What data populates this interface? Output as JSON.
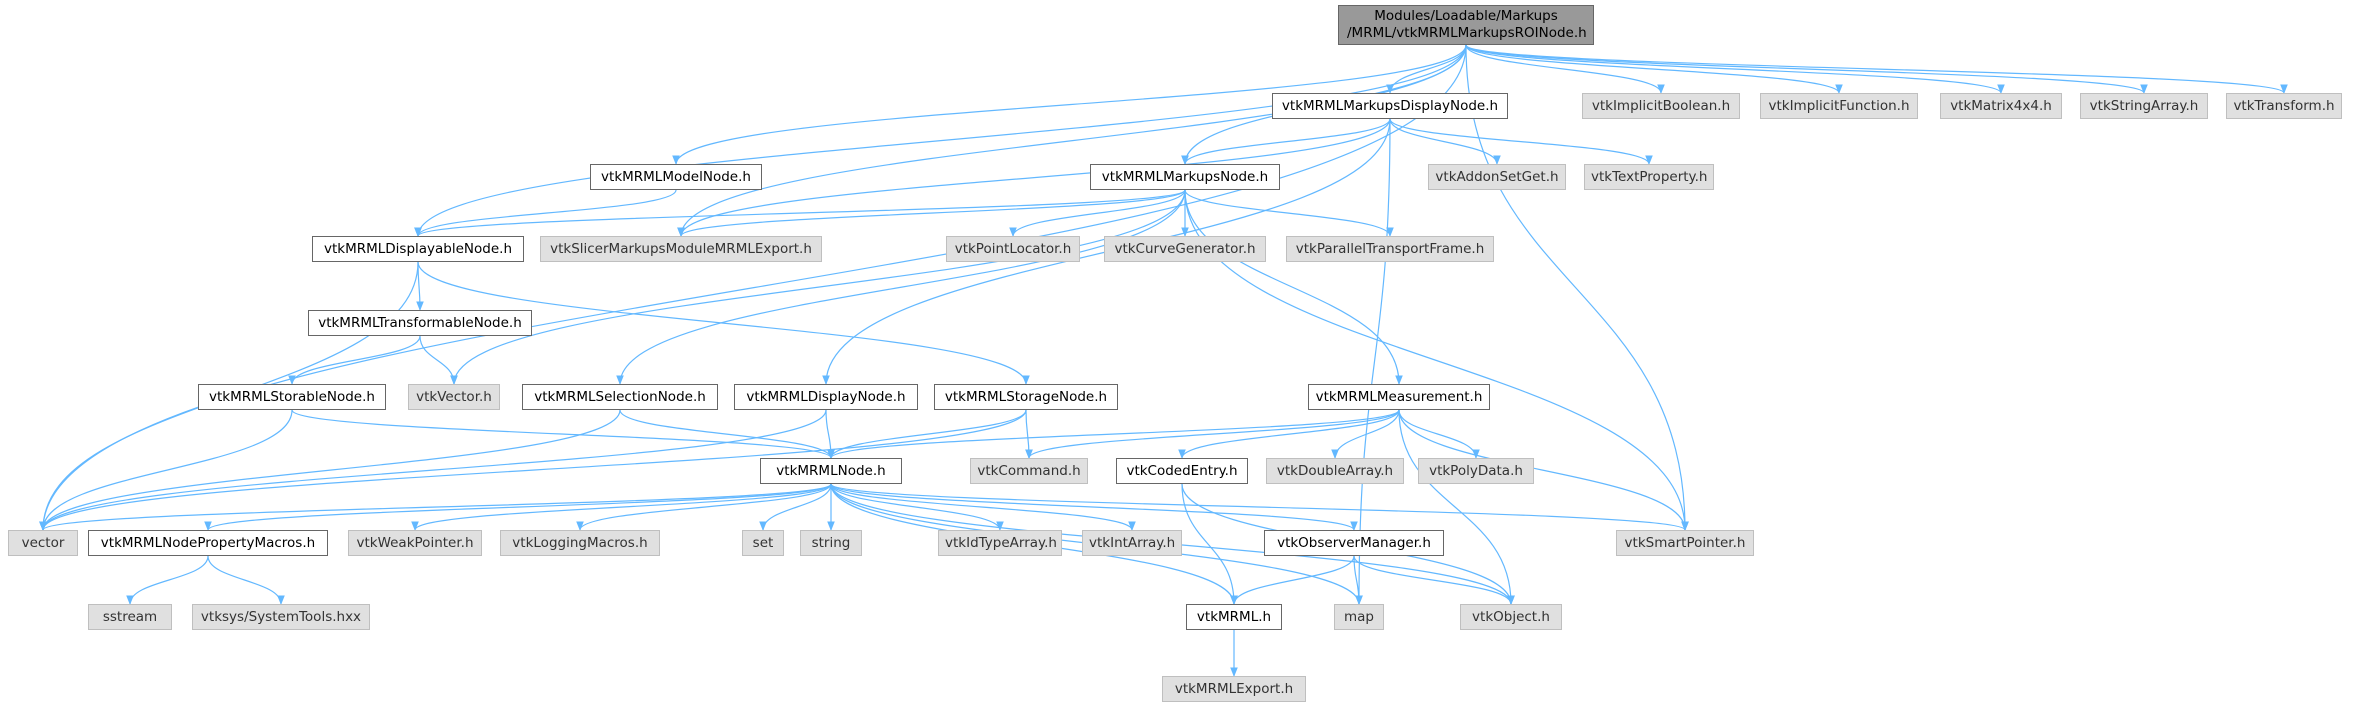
{
  "colors": {
    "edge": "#63b8ff",
    "arrow": "#63b8ff",
    "root_fill": "#999999",
    "ext_fill": "#e0e0e0",
    "node_border": "#666666"
  },
  "root": {
    "line1": "Modules/Loadable/Markups",
    "line2": "/MRML/vtkMRMLMarkupsROINode.h"
  },
  "nodes": {
    "markupsdisplay": "vtkMRMLMarkupsDisplayNode.h",
    "implicitboolean": "vtkImplicitBoolean.h",
    "implicitfunction": "vtkImplicitFunction.h",
    "matrix4x4": "vtkMatrix4x4.h",
    "stringarray": "vtkStringArray.h",
    "transform": "vtkTransform.h",
    "modelnode": "vtkMRMLModelNode.h",
    "markupsnode": "vtkMRMLMarkupsNode.h",
    "addonsetget": "vtkAddonSetGet.h",
    "textproperty": "vtkTextProperty.h",
    "displayable": "vtkMRMLDisplayableNode.h",
    "slicerexport": "vtkSlicerMarkupsModuleMRMLExport.h",
    "pointlocator": "vtkPointLocator.h",
    "curvegen": "vtkCurveGenerator.h",
    "paralleltransport": "vtkParallelTransportFrame.h",
    "transformable": "vtkMRMLTransformableNode.h",
    "vtkvector": "vtkVector.h",
    "storable": "vtkMRMLStorableNode.h",
    "selection": "vtkMRMLSelectionNode.h",
    "displaynode": "vtkMRMLDisplayNode.h",
    "storagenode": "vtkMRMLStorageNode.h",
    "measurement": "vtkMRMLMeasurement.h",
    "mrmlnode": "vtkMRMLNode.h",
    "command": "vtkCommand.h",
    "codedentry": "vtkCodedEntry.h",
    "doublearray": "vtkDoubleArray.h",
    "polydata": "vtkPolyData.h",
    "vector": "vector",
    "propmacros": "vtkMRMLNodePropertyMacros.h",
    "weakpointer": "vtkWeakPointer.h",
    "loggingmacros": "vtkLoggingMacros.h",
    "set": "set",
    "string": "string",
    "idtypearray": "vtkIdTypeArray.h",
    "intarray": "vtkIntArray.h",
    "observermgr": "vtkObserverManager.h",
    "smartpointer": "vtkSmartPointer.h",
    "sstream": "sstream",
    "systemtools": "vtksys/SystemTools.hxx",
    "vtkmrml": "vtkMRML.h",
    "map": "map",
    "vtkobject": "vtkObject.h",
    "mrmlexport": "vtkMRMLExport.h"
  },
  "edges": [
    [
      "root",
      "markupsdisplay"
    ],
    [
      "root",
      "implicitboolean"
    ],
    [
      "root",
      "implicitfunction"
    ],
    [
      "root",
      "matrix4x4"
    ],
    [
      "root",
      "stringarray"
    ],
    [
      "root",
      "transform"
    ],
    [
      "root",
      "modelnode"
    ],
    [
      "root",
      "markupsnode"
    ],
    [
      "root",
      "displayable"
    ],
    [
      "root",
      "slicerexport"
    ],
    [
      "root",
      "vector"
    ],
    [
      "root",
      "smartpointer"
    ],
    [
      "markupsdisplay",
      "markupsnode"
    ],
    [
      "markupsdisplay",
      "addonsetget"
    ],
    [
      "markupsdisplay",
      "textproperty"
    ],
    [
      "markupsdisplay",
      "slicerexport"
    ],
    [
      "markupsdisplay",
      "displaynode"
    ],
    [
      "markupsdisplay",
      "map"
    ],
    [
      "modelnode",
      "displayable"
    ],
    [
      "markupsnode",
      "displayable"
    ],
    [
      "markupsnode",
      "slicerexport"
    ],
    [
      "markupsnode",
      "pointlocator"
    ],
    [
      "markupsnode",
      "curvegen"
    ],
    [
      "markupsnode",
      "paralleltransport"
    ],
    [
      "markupsnode",
      "vtkvector"
    ],
    [
      "markupsnode",
      "selection"
    ],
    [
      "markupsnode",
      "measurement"
    ],
    [
      "markupsnode",
      "smartpointer"
    ],
    [
      "displayable",
      "transformable"
    ],
    [
      "displayable",
      "storagenode"
    ],
    [
      "displayable",
      "vector"
    ],
    [
      "transformable",
      "storable"
    ],
    [
      "transformable",
      "vtkvector"
    ],
    [
      "storable",
      "mrmlnode"
    ],
    [
      "storable",
      "vector"
    ],
    [
      "selection",
      "mrmlnode"
    ],
    [
      "selection",
      "vector"
    ],
    [
      "displaynode",
      "mrmlnode"
    ],
    [
      "displaynode",
      "vector"
    ],
    [
      "storagenode",
      "mrmlnode"
    ],
    [
      "storagenode",
      "command"
    ],
    [
      "storagenode",
      "vector"
    ],
    [
      "measurement",
      "mrmlnode"
    ],
    [
      "measurement",
      "command"
    ],
    [
      "measurement",
      "codedentry"
    ],
    [
      "measurement",
      "doublearray"
    ],
    [
      "measurement",
      "polydata"
    ],
    [
      "measurement",
      "smartpointer"
    ],
    [
      "measurement",
      "vtkobject"
    ],
    [
      "mrmlnode",
      "vector"
    ],
    [
      "mrmlnode",
      "propmacros"
    ],
    [
      "mrmlnode",
      "weakpointer"
    ],
    [
      "mrmlnode",
      "loggingmacros"
    ],
    [
      "mrmlnode",
      "set"
    ],
    [
      "mrmlnode",
      "string"
    ],
    [
      "mrmlnode",
      "idtypearray"
    ],
    [
      "mrmlnode",
      "intarray"
    ],
    [
      "mrmlnode",
      "observermgr"
    ],
    [
      "mrmlnode",
      "smartpointer"
    ],
    [
      "mrmlnode",
      "vtkmrml"
    ],
    [
      "mrmlnode",
      "map"
    ],
    [
      "mrmlnode",
      "vtkobject"
    ],
    [
      "codedentry",
      "vtkmrml"
    ],
    [
      "codedentry",
      "vtkobject"
    ],
    [
      "propmacros",
      "sstream"
    ],
    [
      "propmacros",
      "systemtools"
    ],
    [
      "observermgr",
      "vtkmrml"
    ],
    [
      "observermgr",
      "map"
    ],
    [
      "observermgr",
      "vtkobject"
    ],
    [
      "vtkmrml",
      "mrmlexport"
    ]
  ]
}
